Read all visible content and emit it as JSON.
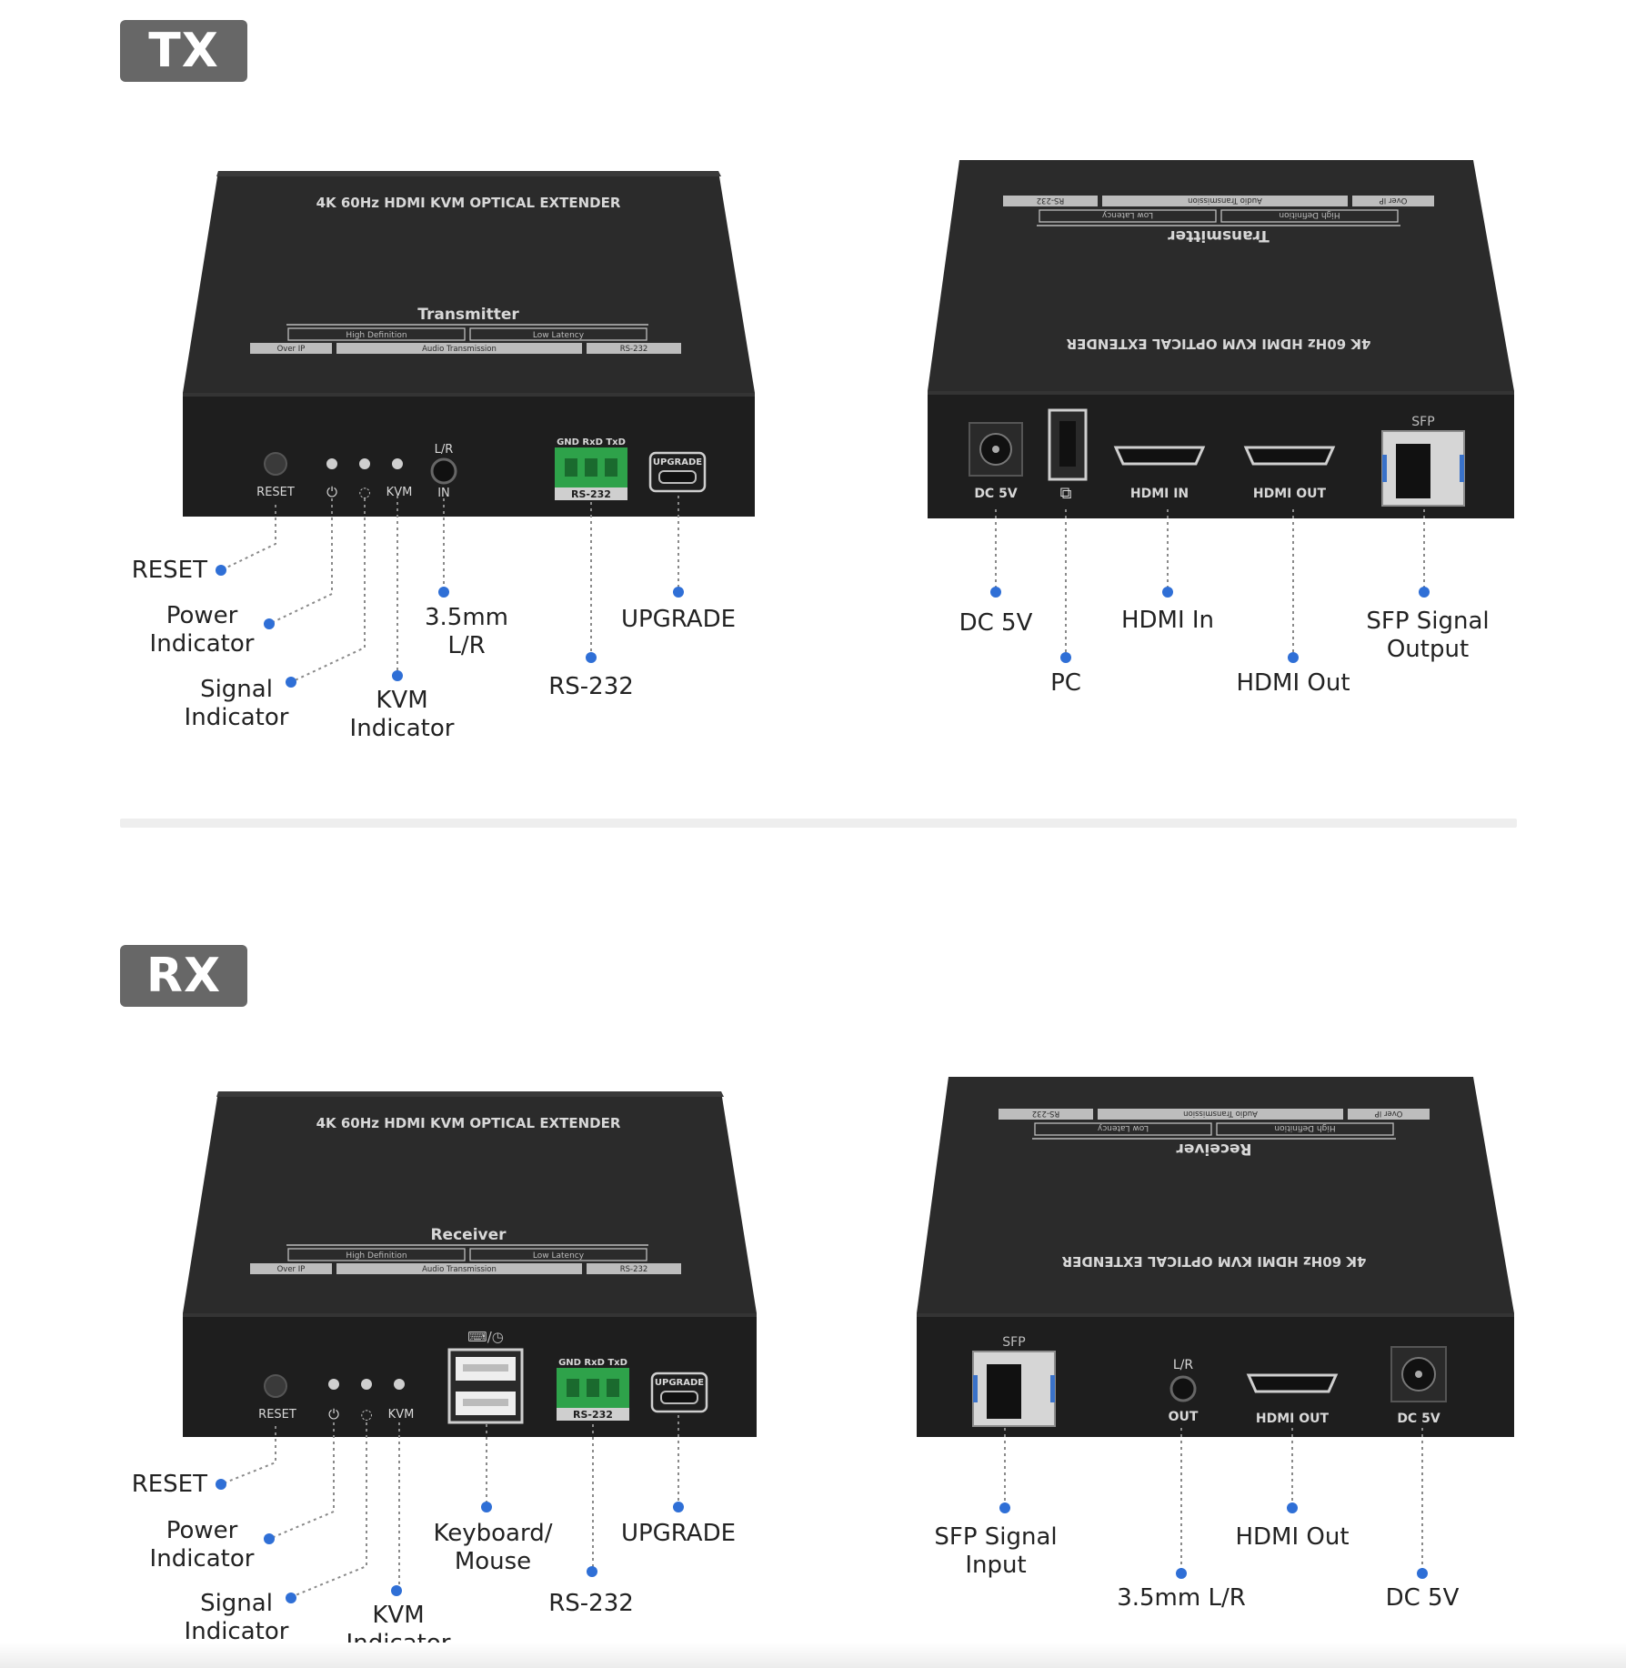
{
  "colors": {
    "tag_bg": "#676767",
    "device_top": "#2b2b2b",
    "device_face": "#1e1e1e",
    "leader_dot": "#2f6fd6",
    "terminal_green": "#2ea24a"
  },
  "tx": {
    "tag": "TX",
    "front": {
      "top_title": "4K 60Hz HDMI KVM OPTICAL EXTENDER",
      "role": "Transmitter",
      "features": [
        "High Definition",
        "Low Latency",
        "Over IP",
        "Audio Transmission",
        "RS-232"
      ],
      "panel": {
        "reset": "RESET",
        "kvm": "KVM",
        "lr": "L/R",
        "lr_in": "IN",
        "terminal_header": "GND RxD TxD",
        "terminal": "RS-232",
        "upgrade": "UPGRADE"
      },
      "labels": {
        "reset": "RESET",
        "power": "Power\nIndicator",
        "signal": "Signal\nIndicator",
        "kvm": "KVM\nIndicator",
        "audio": "3.5mm\nL/R",
        "rs232": "RS-232",
        "upgrade": "UPGRADE"
      }
    },
    "back": {
      "top_title": "4K 60Hz HDMI KVM OPTICAL EXTENDER",
      "role": "Transmitter",
      "features": [
        "High Definition",
        "Low Latency",
        "Over IP",
        "Audio Transmission",
        "RS-232"
      ],
      "panel": {
        "dc": "DC 5V",
        "hdmi_in": "HDMI IN",
        "hdmi_out": "HDMI OUT",
        "sfp": "SFP"
      },
      "labels": {
        "dc": "DC 5V",
        "pc": "PC",
        "hdmi_in": "HDMI In",
        "hdmi_out": "HDMI Out",
        "sfp": "SFP Signal\nOutput"
      }
    }
  },
  "rx": {
    "tag": "RX",
    "front": {
      "top_title": "4K 60Hz HDMI KVM OPTICAL EXTENDER",
      "role": "Receiver",
      "features": [
        "High Definition",
        "Low Latency",
        "Over IP",
        "Audio Transmission",
        "RS-232"
      ],
      "panel": {
        "reset": "RESET",
        "kvm": "KVM",
        "terminal_header": "GND RxD TxD",
        "terminal": "RS-232",
        "upgrade": "UPGRADE"
      },
      "labels": {
        "reset": "RESET",
        "power": "Power\nIndicator",
        "signal": "Signal\nIndicator",
        "kvm": "KVM\nIndicator",
        "usb": "Keyboard/\nMouse",
        "rs232": "RS-232",
        "upgrade": "UPGRADE"
      }
    },
    "back": {
      "top_title": "4K 60Hz HDMI KVM OPTICAL EXTENDER",
      "role": "Receiver",
      "features": [
        "High Definition",
        "Low Latency",
        "Over IP",
        "Audio Transmission",
        "RS-232"
      ],
      "panel": {
        "sfp": "SFP",
        "lr": "L/R",
        "lr_out": "OUT",
        "hdmi_out": "HDMI OUT",
        "dc": "DC 5V"
      },
      "labels": {
        "sfp": "SFP Signal\nInput",
        "audio": "3.5mm L/R",
        "hdmi_out": "HDMI Out",
        "dc": "DC 5V"
      }
    }
  }
}
